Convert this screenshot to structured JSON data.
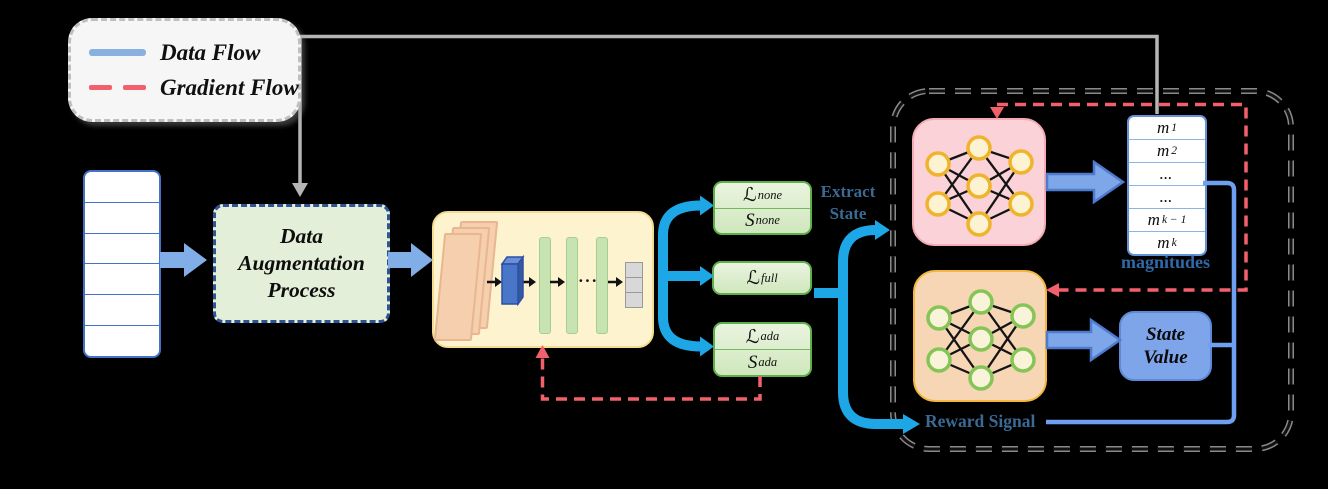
{
  "figure": {
    "legend": {
      "data_flow_label": "Data Flow",
      "gradient_flow_label": "Gradient Flow"
    },
    "input_table": {
      "row_count": 6
    },
    "augmentation": {
      "line1": "Data",
      "line2": "Augmentation",
      "line3": "Process"
    },
    "cnn": {
      "ellipsis": "···"
    },
    "losses": {
      "none": {
        "loss_main": "ℒ",
        "loss_sub": "none",
        "score_main": "S",
        "score_sub": "none"
      },
      "full": {
        "loss_main": "ℒ",
        "loss_sub": "full"
      },
      "ada": {
        "loss_main": "ℒ",
        "loss_sub": "ada",
        "score_main": "S",
        "score_sub": "ada"
      }
    },
    "extract_state": {
      "line1": "Extract",
      "line2": "State"
    },
    "reward_signal": "Reward Signal",
    "magnitudes": {
      "caption": "magnitudes",
      "rows": [
        {
          "main": "m",
          "sub": "1"
        },
        {
          "main": "m",
          "sub": "2"
        },
        {
          "main": "...",
          "sub": ""
        },
        {
          "main": "...",
          "sub": ""
        },
        {
          "main": "m",
          "sub": "k − 1"
        },
        {
          "main": "m",
          "sub": "k"
        }
      ]
    },
    "state_value": {
      "line1": "State",
      "line2": "Value"
    },
    "networks": {
      "policy_layers": [
        2,
        3,
        2
      ],
      "value_layers": [
        2,
        3,
        2
      ]
    },
    "colors": {
      "data_flow_blue": "#8ab0e0",
      "gradient_flow_red": "#f2606c",
      "cyan_flow": "#1ea7e6",
      "steel_text": "#3a6a95",
      "augmentation_fill": "#e3efd9",
      "cnn_fill": "#fdf3cf",
      "loss_fill": "#dcedca",
      "policy_fill": "#fad2d7",
      "value_fill": "#f7d6b6",
      "state_value_fill": "#7ea4e9",
      "feedback_gray": "#b5b5b5"
    }
  }
}
